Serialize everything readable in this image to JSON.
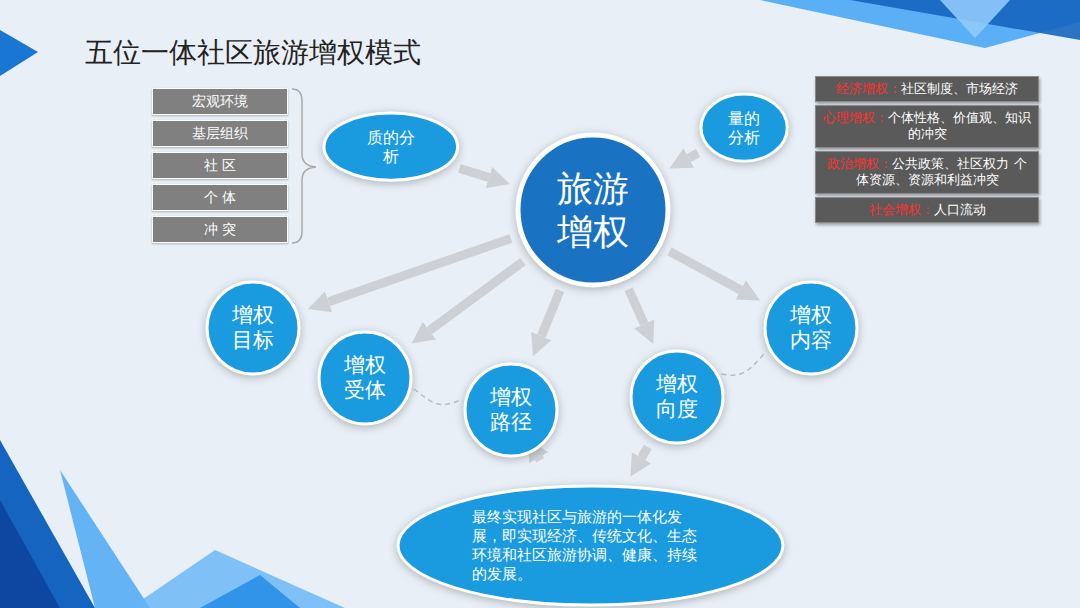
{
  "diagram": {
    "title": "五位一体社区旅游增权模式",
    "nodes": [
      {
        "text": [
          "宏观环境"
        ]
      },
      {
        "text": [
          "基层组织"
        ]
      },
      {
        "text": [
          "社 区"
        ]
      },
      {
        "text": [
          "个 体"
        ]
      },
      {
        "text": [
          "冲 突"
        ]
      },
      {
        "text": [
          "质的分析"
        ]
      },
      {
        "text": [
          "量的分析"
        ]
      },
      {
        "text": [
          "旅游增权"
        ]
      },
      {
        "text": [
          "经济增权：",
          "社区制度、市场经济"
        ]
      },
      {
        "text": [
          "心理增权：",
          "个体性格、价值观、知识的冲突"
        ]
      },
      {
        "text": [
          "政治增权：",
          "公共政策、社区权力 个体资源、资源和利益冲突"
        ]
      },
      {
        "text": [
          "社会增权：",
          "人口流动"
        ]
      },
      {
        "text": [
          "增权目标"
        ]
      },
      {
        "text": [
          "增权受体"
        ]
      },
      {
        "text": [
          "增权路径"
        ]
      },
      {
        "text": [
          "增权向度"
        ]
      },
      {
        "text": [
          "增权内容"
        ]
      },
      {
        "text": [
          "最终实现社区与旅游的一体化发展，即实现经济、传统文化、生态环境和社区旅游协调、健康、持续的发展。"
        ]
      }
    ],
    "edges": [
      {
        "from": 5,
        "to": 7,
        "arrow": "to"
      },
      {
        "from": 6,
        "to": 7,
        "arrow": "to"
      },
      {
        "from": 7,
        "to": 12,
        "arrow": "to"
      },
      {
        "from": 7,
        "to": 13,
        "arrow": "to"
      },
      {
        "from": 7,
        "to": 14,
        "arrow": "to"
      },
      {
        "from": 7,
        "to": 15,
        "arrow": "to"
      },
      {
        "from": 7,
        "to": 16,
        "arrow": "to"
      },
      {
        "from": 14,
        "to": 17,
        "arrow": "to"
      },
      {
        "from": 15,
        "to": 17,
        "arrow": "to"
      },
      {
        "from": 13,
        "to": 14,
        "arrow": "none"
      },
      {
        "from": 15,
        "to": 16,
        "arrow": "none"
      }
    ]
  }
}
